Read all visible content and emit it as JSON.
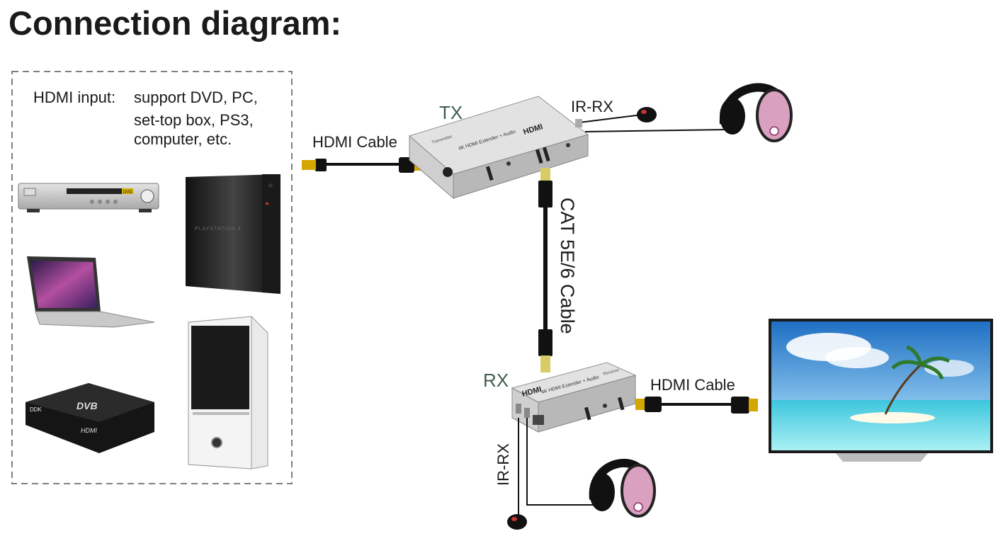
{
  "title": "Connection diagram:",
  "input_box": {
    "label": "HDMI input:",
    "lines": [
      "support DVD, PC,",
      "set-top box, PS3,",
      "computer, etc."
    ]
  },
  "tx": {
    "label": "TX",
    "body_text": "4K HDMI Extender + Audio",
    "side_text": "Transmitter",
    "logo": "HDMI"
  },
  "rx": {
    "label": "RX",
    "body_text": "4K HDMI Extender + Audio",
    "side_text": "Receiver",
    "logo": "HDMI"
  },
  "labels": {
    "hdmi_cable_left": "HDMI Cable",
    "hdmi_cable_right": "HDMI Cable",
    "ir_rx_top": "IR-RX",
    "ir_rx_bottom": "IR-RX",
    "cat_cable": "CAT 5E/6 Cable"
  },
  "devices": {
    "dvd_text": "DVD",
    "ps3_text": "PLAYSTATION 3",
    "stb_brand": "DDK",
    "stb_logo": "DVB",
    "stb_hdmi": "HDMI"
  },
  "colors": {
    "device_label": "#3f5e4c",
    "silver": "#c8c8c8",
    "headphone_pink": "#d9a0c0",
    "sky": "#3b8fd4",
    "sea": "#6fd6e8"
  }
}
